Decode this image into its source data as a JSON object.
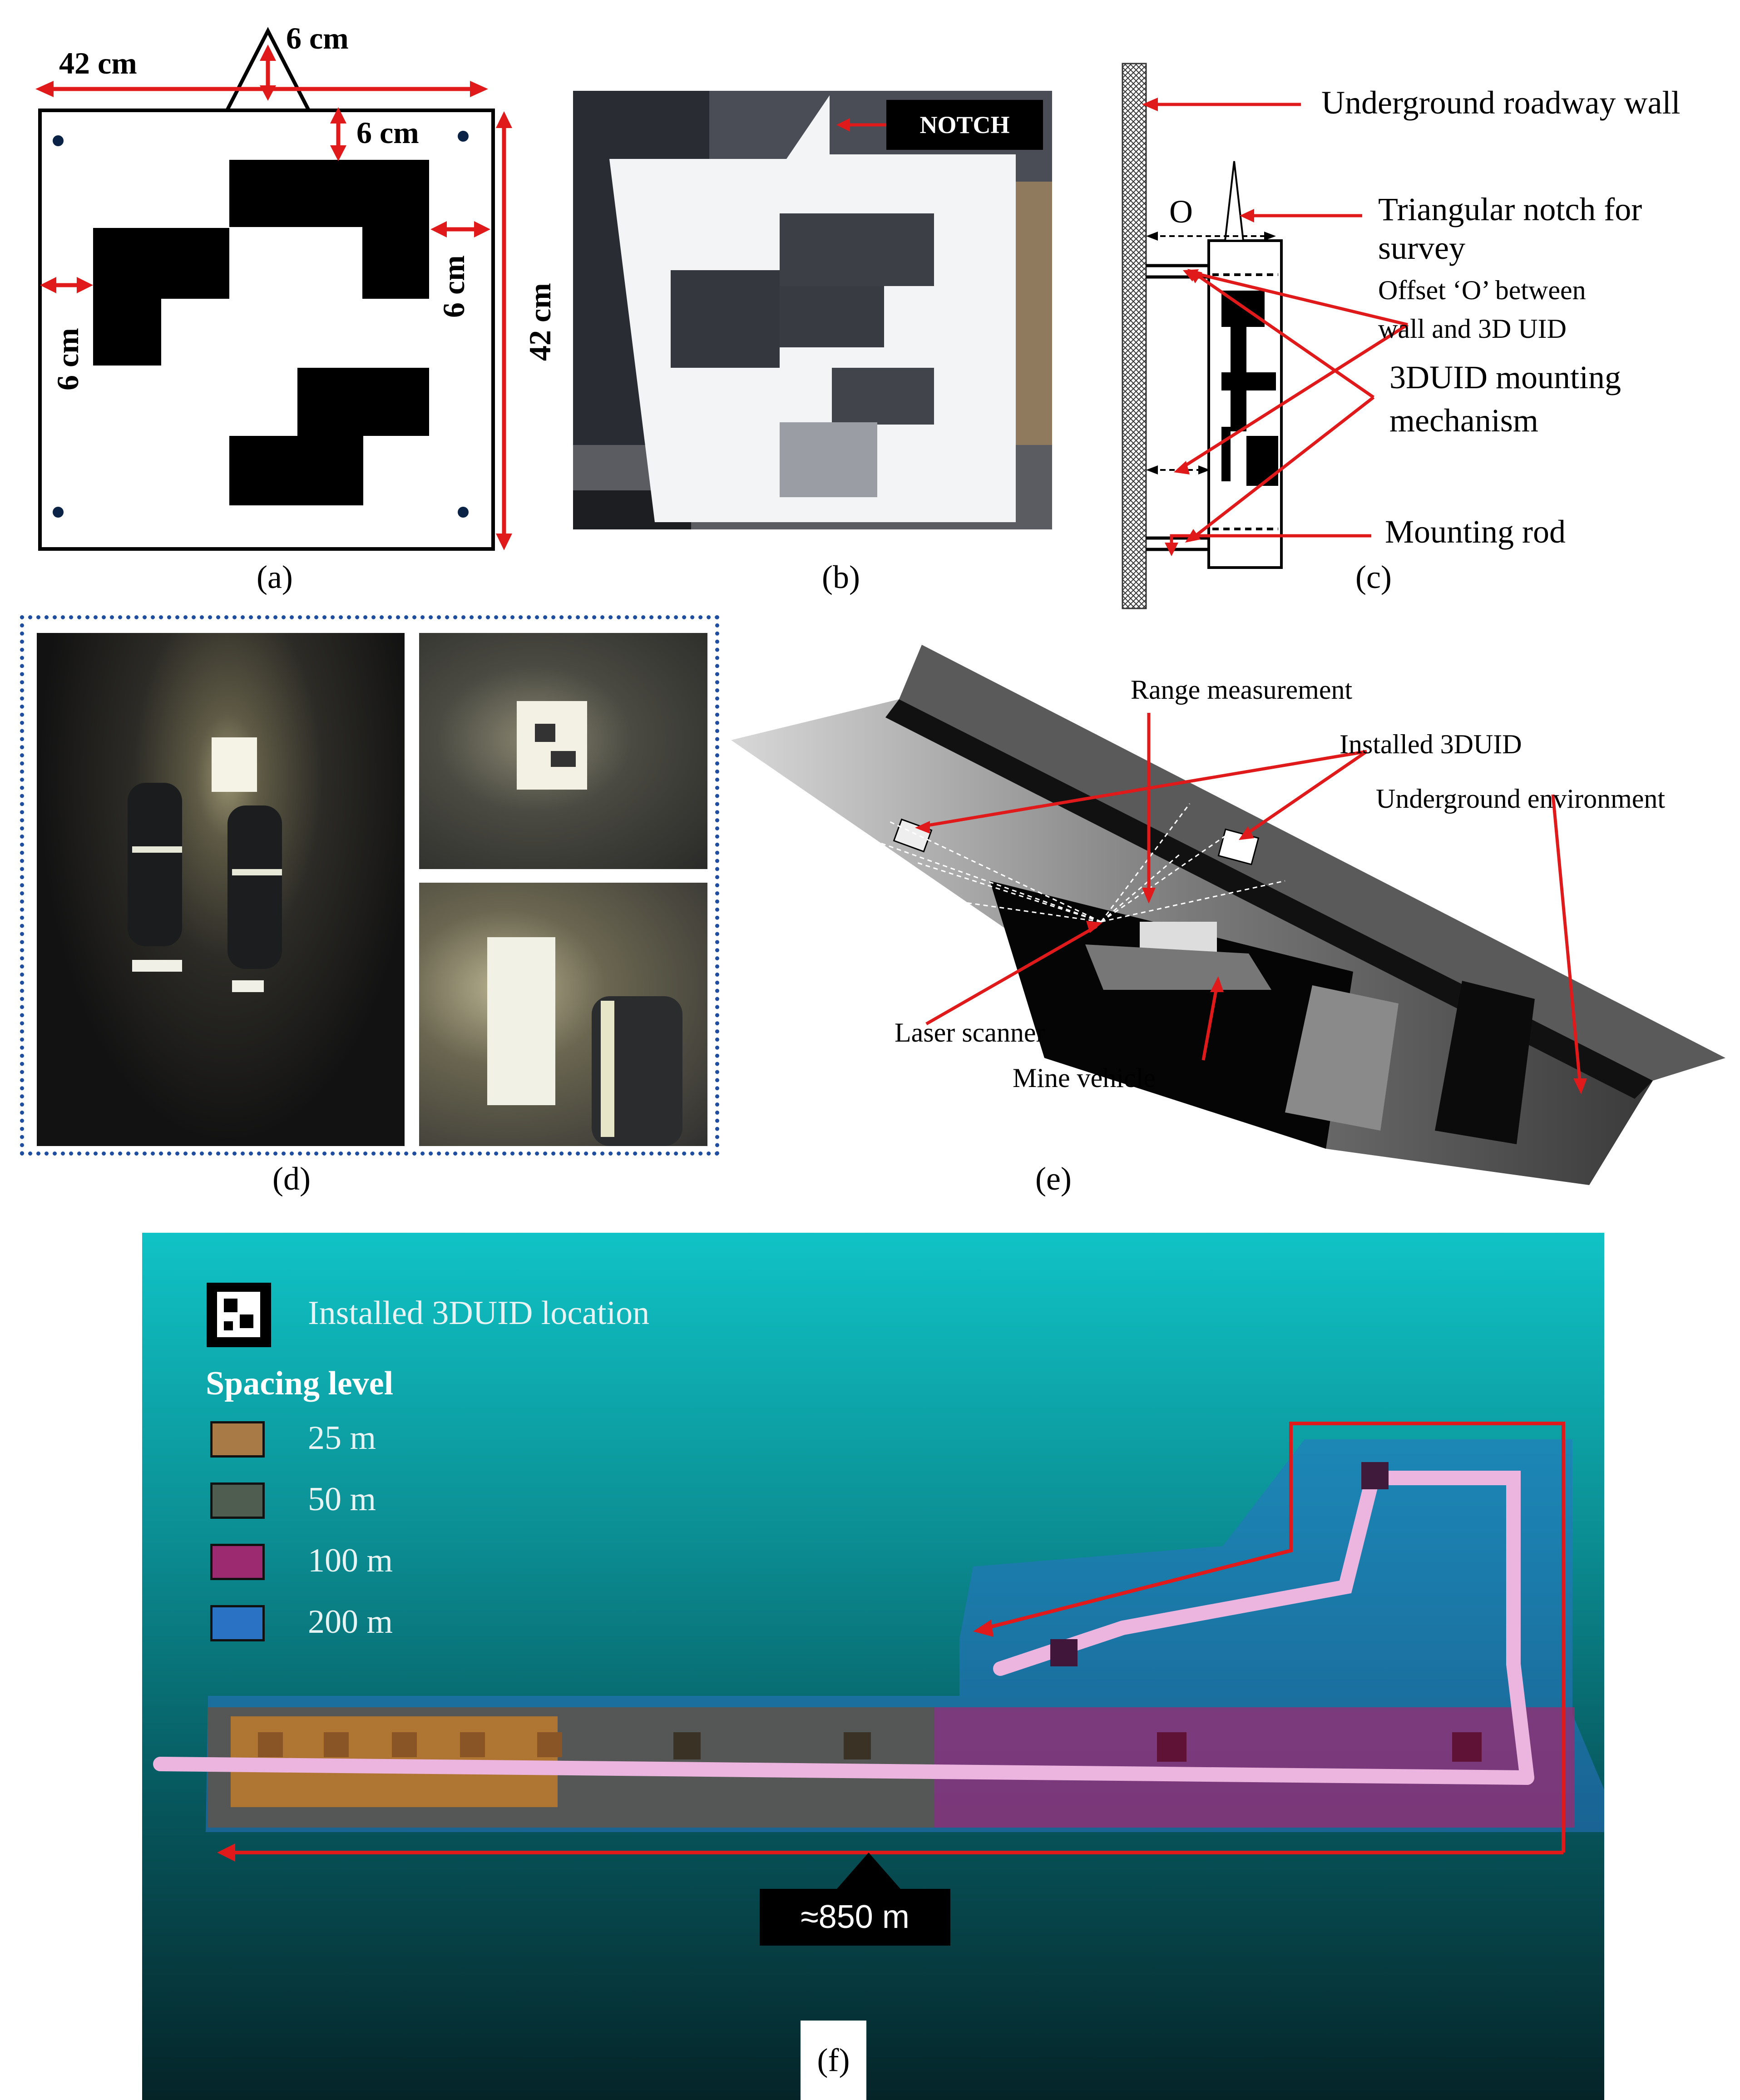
{
  "panel_a": {
    "caption": "(a)",
    "dim_top_width": "42 cm",
    "dim_notch": "6 cm",
    "dim_top_margin": "6 cm",
    "dim_right_margin": "6 cm",
    "dim_left_margin": "6 cm",
    "dim_height": "42 cm"
  },
  "panel_b": {
    "caption": "(b)",
    "notch_label": "NOTCH"
  },
  "panel_c": {
    "caption": "(c)",
    "wall_label": "Underground roadway wall",
    "offset_symbol": "O",
    "notch_label_line1": "Triangular notch for",
    "notch_label_line2": "survey",
    "offset_label_line1": "Offset ‘O’ between",
    "offset_label_line2": "wall and 3D UID",
    "mount_label_line1": "3DUID mounting",
    "mount_label_line2": "mechanism",
    "rod_label": "Mounting rod"
  },
  "panel_d": {
    "caption": "(d)"
  },
  "panel_e": {
    "caption": "(e)",
    "range_label": "Range measurement",
    "installed_label": "Installed 3DUID",
    "environment_label": "Underground environment",
    "scanner_label": "Laser scanner",
    "vehicle_label": "Mine vehicle"
  },
  "panel_f": {
    "caption": "(f)",
    "legend_marker_label": "Installed 3DUID location",
    "legend_title": "Spacing level",
    "spacing_levels": [
      {
        "label": "25 m",
        "color": "#a87a45"
      },
      {
        "label": "50 m",
        "color": "#4f5c50"
      },
      {
        "label": "100 m",
        "color": "#9b2a70"
      },
      {
        "label": "200 m",
        "color": "#2a72c4"
      }
    ],
    "distance_label": "≈850 m",
    "colors": {
      "background_top": "#10c3c6",
      "background_bottom": "#052428",
      "route_arrow": "#e0191b",
      "tunnel": "#ecb5df"
    }
  }
}
